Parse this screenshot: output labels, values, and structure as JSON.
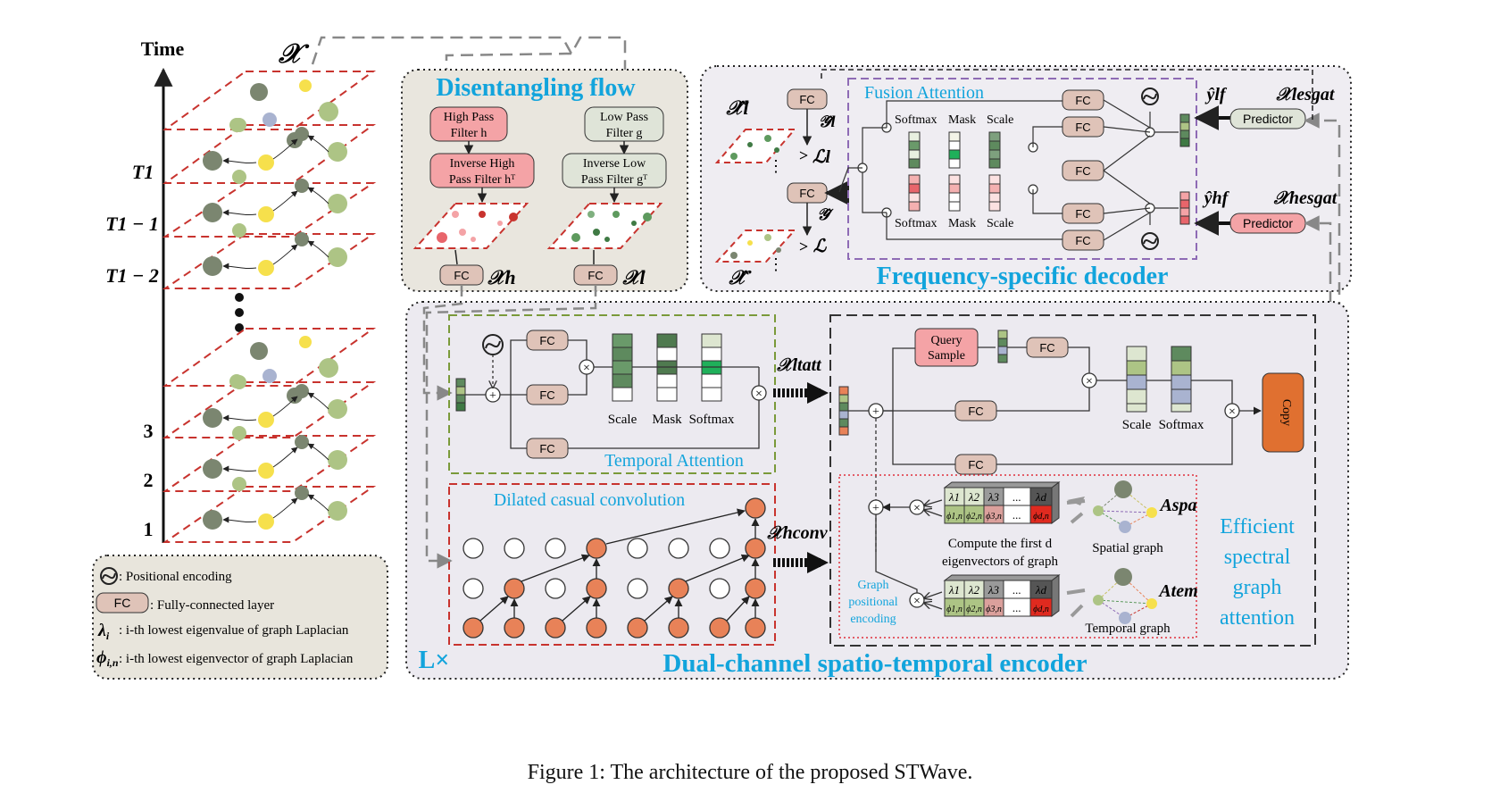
{
  "time_axis": {
    "label": "Time",
    "ticks": [
      "T1",
      "T1 − 1",
      "T1 − 2",
      "3",
      "2",
      "1"
    ],
    "input_symbol": "𝒳"
  },
  "legend": {
    "positional_encoding": ": Positional encoding",
    "fc_box": "FC",
    "fc": ": Fully-connected layer",
    "lambda_sym": "λ",
    "lambda_sub": "i",
    "lambda": ": i-th  lowest eigenvalue of graph Laplacian",
    "phi_sym": "ϕ",
    "phi_sub": "i,n",
    "phi": ": i-th  lowest eigenvector of graph Laplacian"
  },
  "disentangling": {
    "title": "Disentangling flow",
    "high_pass": [
      "High Pass",
      "Filter h"
    ],
    "inverse_high": [
      "Inverse High",
      "Pass Filter hᵀ"
    ],
    "low_pass": [
      "Low Pass",
      "Filter g"
    ],
    "inverse_low": [
      "Inverse Low",
      "Pass Filter gᵀ"
    ],
    "fc": "FC",
    "xh": "𝒳h",
    "xl": "𝒳l"
  },
  "decoder": {
    "title": "Frequency-specific decoder",
    "fusion_title": "Fusion Attention",
    "fc": "FC",
    "softmax": "Softmax",
    "mask": "Mask",
    "scale": "Scale",
    "predictor": "Predictor",
    "yl_hat": "ŷlf",
    "yh_hat": "ŷhf",
    "xl_esgat": "𝒳lesgat",
    "xh_esgat": "𝒳hesgat",
    "xl_hat": "𝒳̂l",
    "x_hat": "𝒳̂",
    "y_l": "𝒴̂l",
    "y": "𝒴̂",
    "loss_l": "ℒl",
    "loss": "ℒ"
  },
  "encoder": {
    "title": "Dual-channel spatio-temporal encoder",
    "repeat": "L×",
    "temporal_attention": "Temporal Attention",
    "fc": "FC",
    "scale": "Scale",
    "mask": "Mask",
    "softmax": "Softmax",
    "dilated": "Dilated casual convolution",
    "xl_tatt": "𝒳ltatt",
    "xh_conv": "𝒳hconv",
    "query_sample": [
      "Query",
      "Sample"
    ],
    "copy": "Copy",
    "esga": [
      "Efficient",
      "spectral",
      "graph",
      "attention"
    ],
    "eig_compute": [
      "Compute the first d",
      "eigenvectors of graph"
    ],
    "spatial_graph": "Spatial graph",
    "temporal_graph": "Temporal graph",
    "a_spa": "Aspa",
    "a_tem": "Atem",
    "gpe": [
      "Graph",
      "positional",
      "encoding"
    ],
    "lambdas": [
      "λ1",
      "λ2",
      "λ3",
      "...",
      "λd"
    ],
    "phis": [
      "ϕ1,n",
      "ϕ2,n",
      "ϕ3,n",
      "...",
      "ϕd,n"
    ]
  },
  "caption": "Figure 1: The architecture of the proposed STWave.",
  "colors": {
    "red_dash": "#c8332e",
    "green_dash": "#7a9a3a",
    "purple_dash": "#8e6bb5",
    "cyan_text": "#12a4dc",
    "orange": "#e07030",
    "panel_gray": "#e9e6de",
    "encoder_bg": "#eceaf0"
  }
}
